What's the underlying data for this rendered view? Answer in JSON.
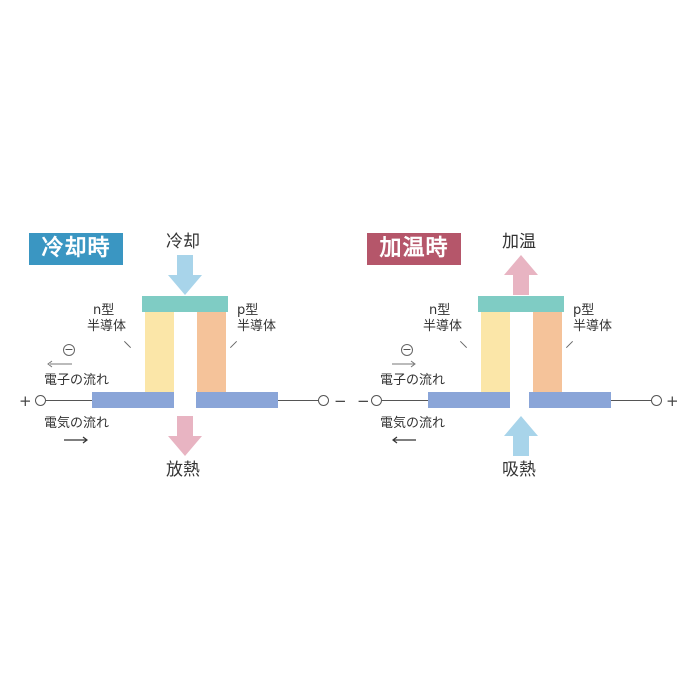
{
  "colors": {
    "cool_badge": "#3a96c2",
    "heat_badge": "#b5566a",
    "top_plate": "#7fccc4",
    "bottom_plate": "#8aa5d8",
    "n_leg": "#fbe6a8",
    "p_leg": "#f5c39a",
    "arrow_blue": "#a8d4ea",
    "arrow_pink": "#e8b4c2",
    "wire": "#555555"
  },
  "cooling": {
    "badge": "冷却時",
    "top_label": "冷却",
    "bottom_label": "放熱",
    "n_label_line1": "n型",
    "n_label_line2": "半導体",
    "p_label_line1": "p型",
    "p_label_line2": "半導体",
    "electron_symbol": "−",
    "electron_flow": "電子の流れ",
    "current_flow": "電気の流れ",
    "left_terminal": "+",
    "right_terminal": "−",
    "top_arrow_icon": "arrow-down-icon",
    "bottom_arrow_icon": "arrow-down-icon"
  },
  "heating": {
    "badge": "加温時",
    "top_label": "加温",
    "bottom_label": "吸熱",
    "n_label_line1": "n型",
    "n_label_line2": "半導体",
    "p_label_line1": "p型",
    "p_label_line2": "半導体",
    "electron_symbol": "−",
    "electron_flow": "電子の流れ",
    "current_flow": "電気の流れ",
    "left_terminal": "−",
    "right_terminal": "+",
    "top_arrow_icon": "arrow-up-icon",
    "bottom_arrow_icon": "arrow-up-icon"
  }
}
